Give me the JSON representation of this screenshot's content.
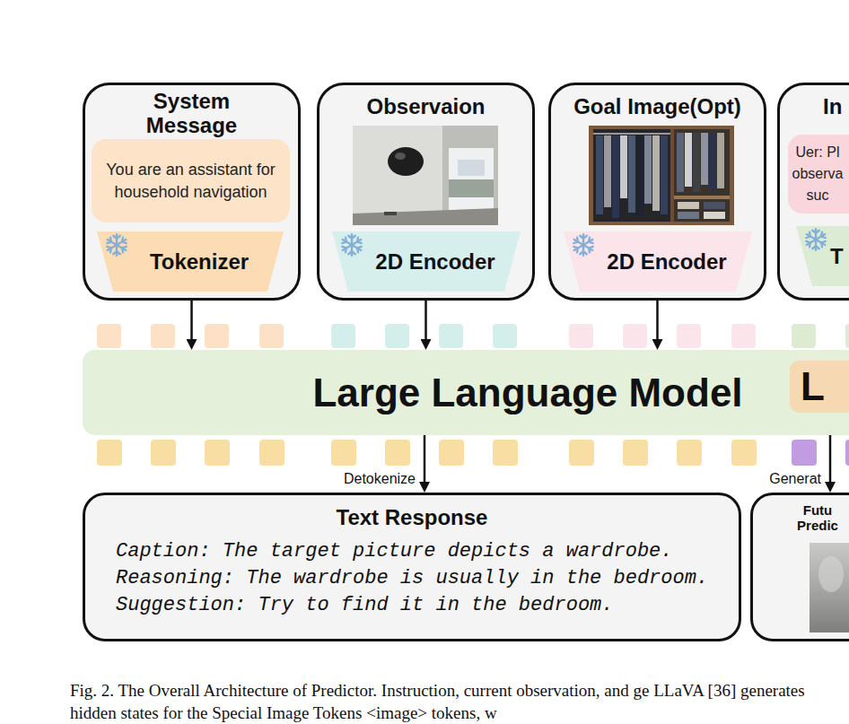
{
  "diagram": {
    "caption": "Fig. 2. The Overall Architecture of Predictor. Instruction, current observation, and ge LLaVA [36] generates hidden states for the Special Image Tokens <image> tokens, w",
    "nodes": [
      {
        "text": [
          "System Message"
        ]
      },
      {
        "text": [
          "You are an assistant for household navigation"
        ],
        "in": 0
      },
      {
        "text": [
          "Tokenizer"
        ],
        "in": 0
      },
      {
        "text": [
          "Observaion"
        ]
      },
      {
        "text": [
          "2D Encoder"
        ],
        "in": 3
      },
      {
        "text": [
          "Goal Image(Opt)"
        ]
      },
      {
        "text": [
          "2D Encoder"
        ],
        "in": 5
      },
      {
        "text": [
          "In"
        ]
      },
      {
        "text": [
          "Uer: Pl observa suc"
        ],
        "in": 7
      },
      {
        "text": [
          "T"
        ],
        "in": 7
      },
      {
        "text": [
          "Large Language Model"
        ]
      },
      {
        "text": [
          "L"
        ],
        "in": 10
      },
      {
        "text": [
          "Text Response",
          "Caption: The target picture depicts a wardrobe.",
          "Reasoning: The wardrobe is usually in the bedroom.",
          "Suggestion: Try to find it in the bedroom."
        ]
      },
      {
        "text": [
          "Futu Predic"
        ]
      }
    ],
    "edges": [
      {
        "from": 0,
        "to": 10,
        "arrow": "to"
      },
      {
        "from": 3,
        "to": 10,
        "arrow": "to"
      },
      {
        "from": 5,
        "to": 10,
        "arrow": "to"
      },
      {
        "from": 10,
        "to": 12,
        "arrow": "to",
        "label": "Detokenize"
      },
      {
        "from": 10,
        "to": 13,
        "arrow": "to",
        "label": "Generat"
      }
    ]
  }
}
